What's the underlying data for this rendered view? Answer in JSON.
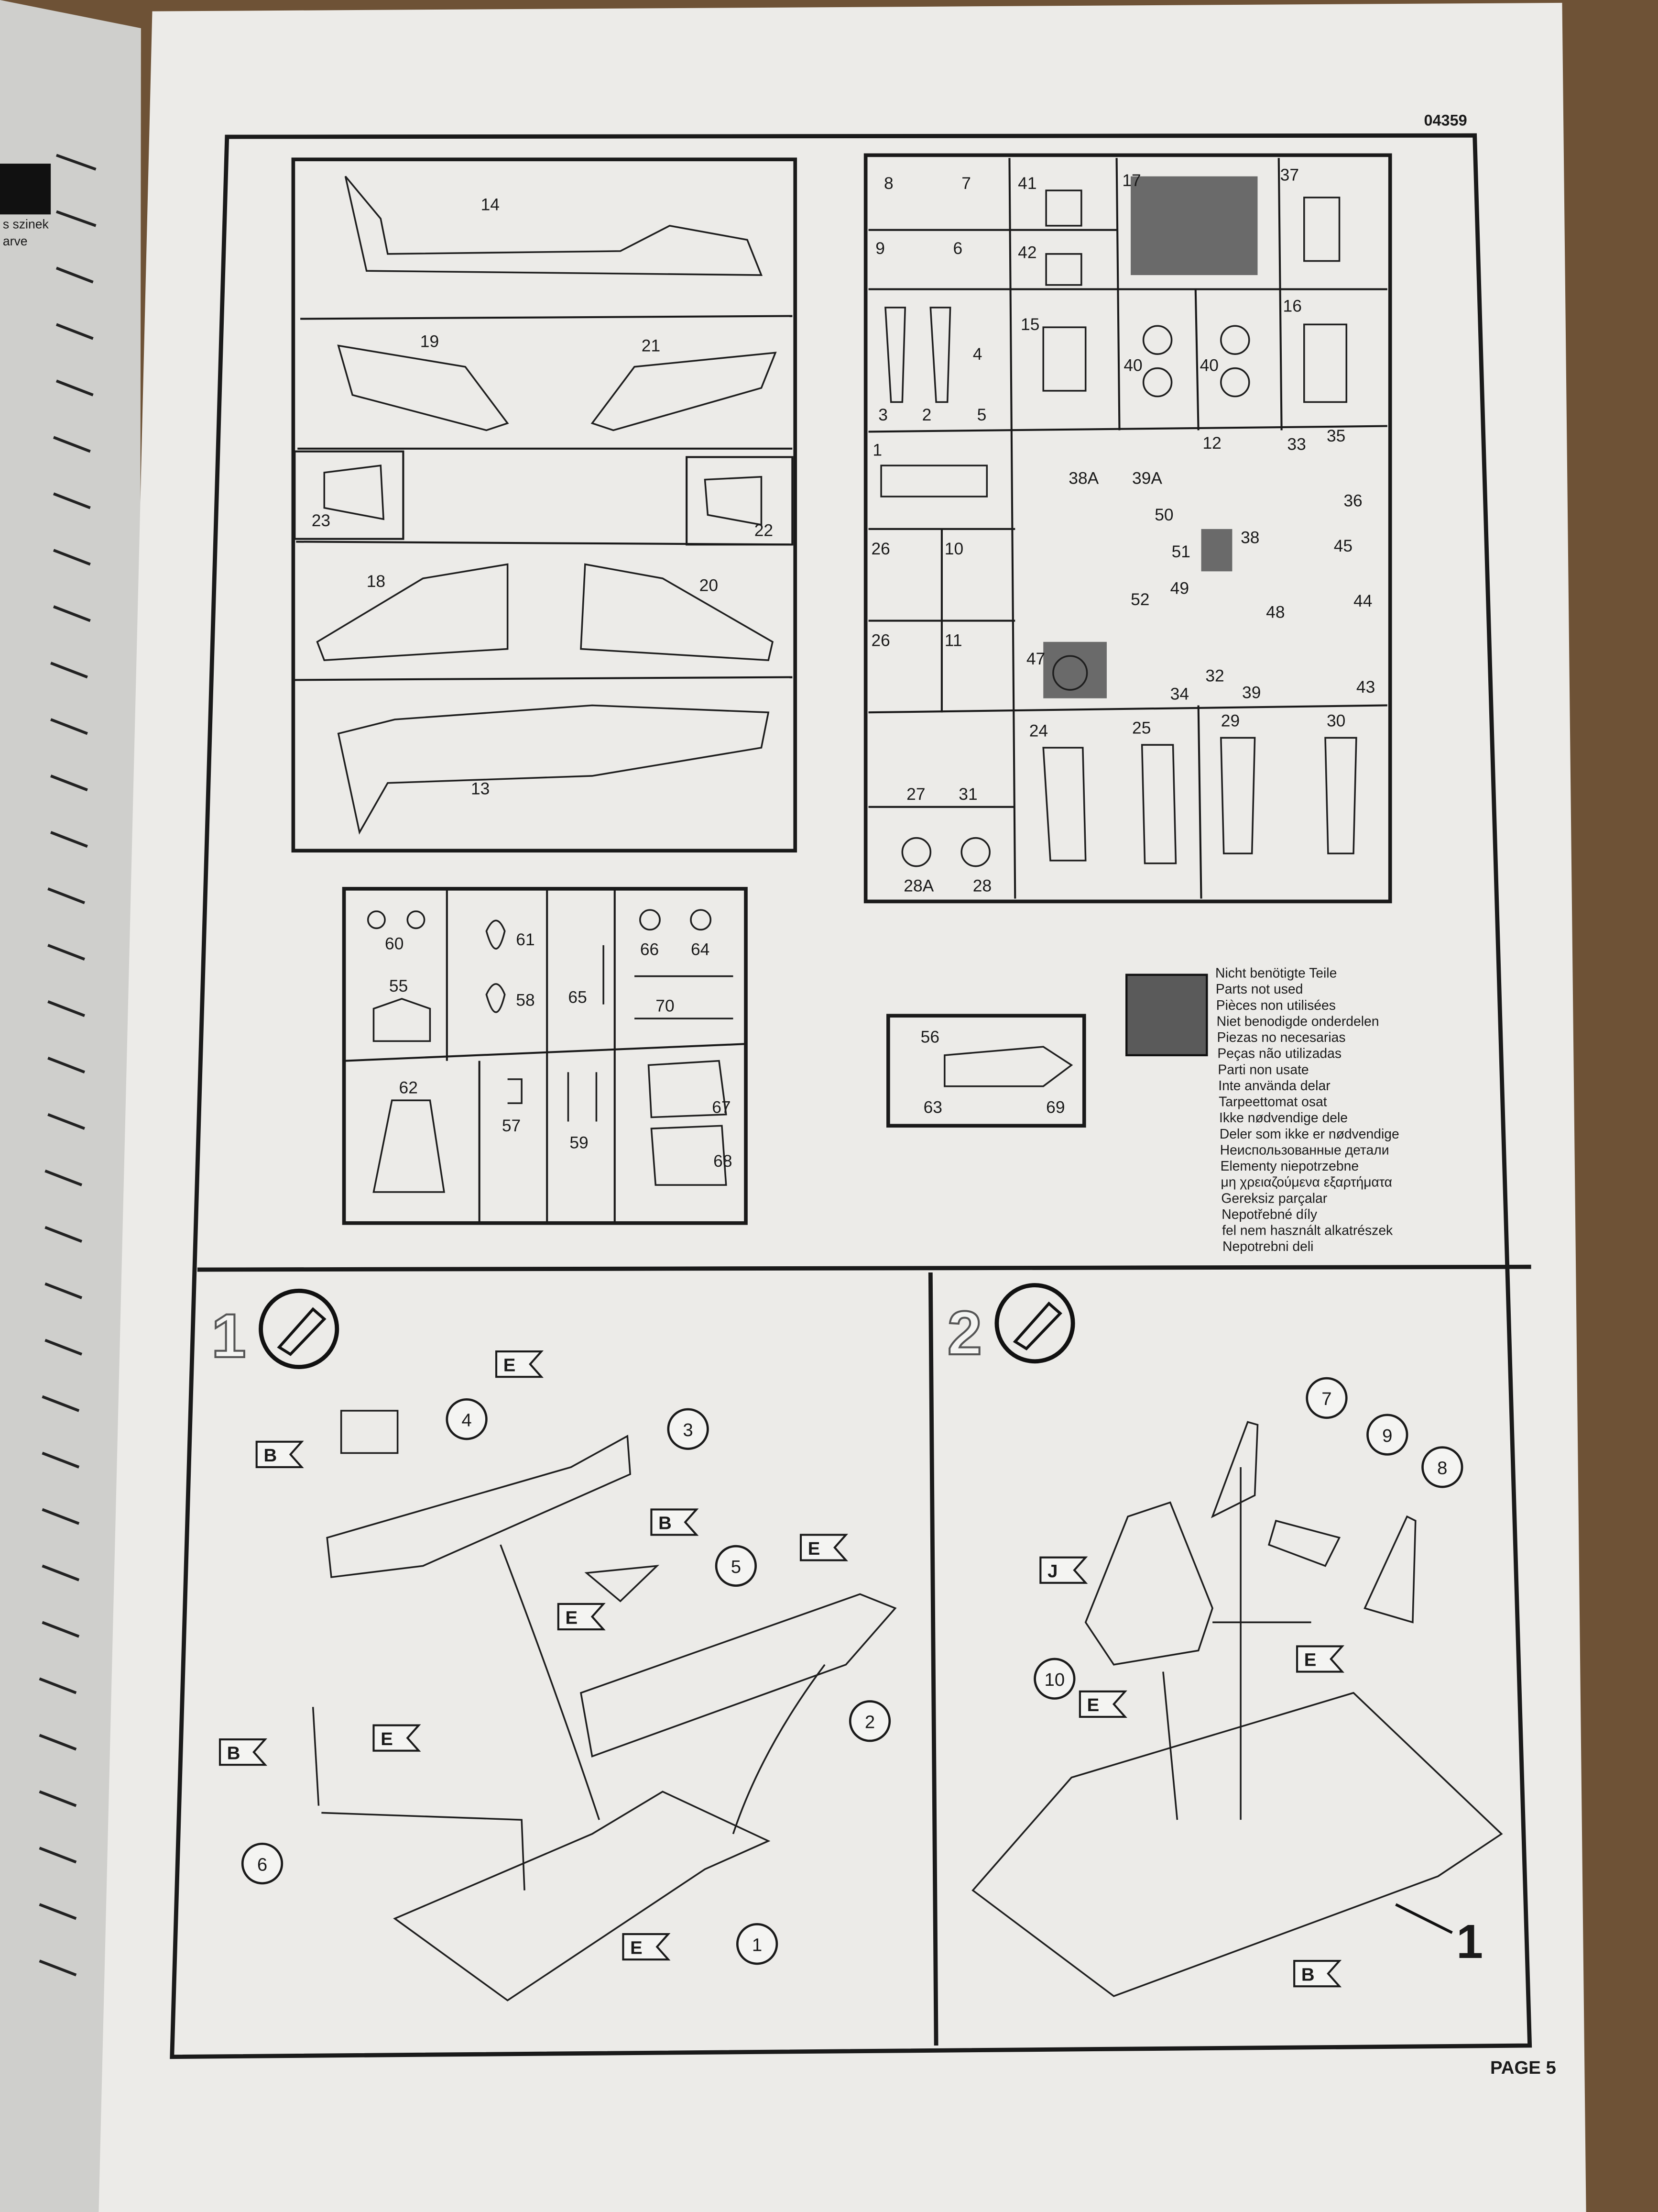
{
  "header": {
    "code": "04359"
  },
  "footer": {
    "page_label": "PAGE 5"
  },
  "left_page": {
    "text_line_1": "s szinek",
    "text_line_2": "arve"
  },
  "sprue_a": [
    "14",
    "19",
    "21",
    "23",
    "22",
    "18",
    "20",
    "13"
  ],
  "sprue_b": [
    "8",
    "7",
    "41",
    "17",
    "37",
    "9",
    "6",
    "42",
    "3",
    "2",
    "4",
    "5",
    "15",
    "40",
    "40",
    "16",
    "1",
    "38A",
    "39A",
    "12",
    "33",
    "35",
    "36",
    "50",
    "51",
    "49",
    "38",
    "45",
    "26",
    "10",
    "52",
    "48",
    "44",
    "26",
    "11",
    "47",
    "32",
    "34",
    "39",
    "43",
    "27",
    "31",
    "24",
    "25",
    "29",
    "30",
    "28A",
    "28"
  ],
  "sprue_c": [
    "60",
    "61",
    "55",
    "58",
    "65",
    "66",
    "64",
    "70",
    "62",
    "57",
    "59",
    "67",
    "68"
  ],
  "sprue_d": [
    "56",
    "63",
    "69"
  ],
  "legend": {
    "swatch_color": "#5a5a5a",
    "lines": [
      "Nicht benötigte Teile",
      "Parts not used",
      "Pièces non utilisées",
      "Niet benodigde onderdelen",
      "Piezas no necesarias",
      "Peças não utilizadas",
      "Parti non usate",
      "Inte använda delar",
      "Tarpeettomat osat",
      "Ikke nødvendige dele",
      "Deler som ikke er nødvendige",
      "Неиспользованные детали",
      "Elementy niepotrzebne",
      "μη χρειαζούμενα εξαρτήματα",
      "Gereksiz parçalar",
      "Nepotřebné díly",
      "fel nem használt alkatrészek",
      "Nepotrebni deli"
    ]
  },
  "step1": {
    "number": "1",
    "icon": "glue-tube-icon",
    "callouts": [
      "4",
      "3",
      "5",
      "2",
      "6",
      "1"
    ],
    "flags": [
      "E",
      "B",
      "B",
      "E",
      "E",
      "E",
      "B",
      "E"
    ]
  },
  "step2": {
    "number": "2",
    "icon": "glue-tube-icon",
    "callouts": [
      "7",
      "9",
      "8",
      "10"
    ],
    "flags": [
      "J",
      "E",
      "E",
      "B"
    ],
    "big_label": "1"
  }
}
